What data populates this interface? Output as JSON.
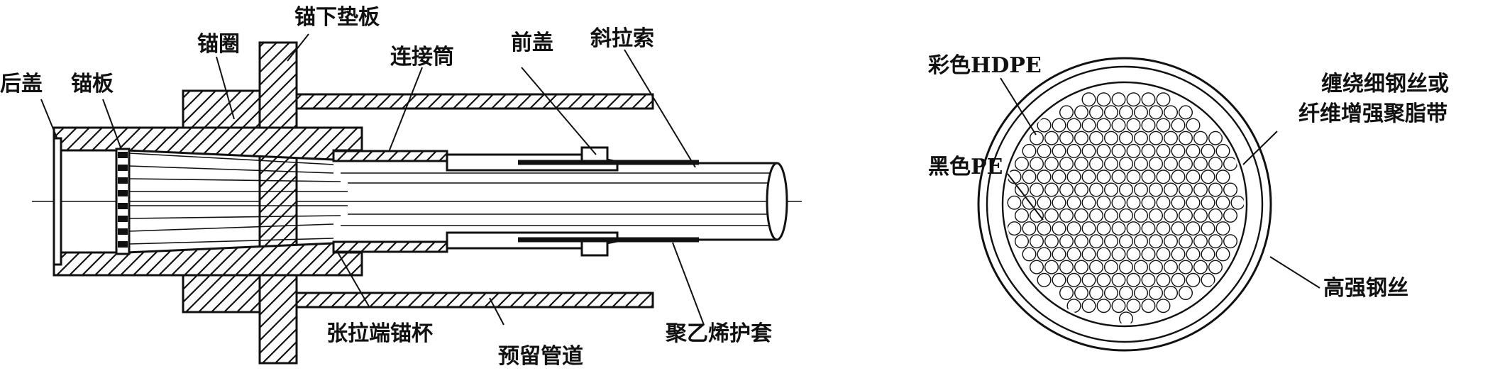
{
  "colors": {
    "ink": "#111111",
    "background": "#ffffff"
  },
  "anchorage": {
    "labels": {
      "rear_cap": "后盖",
      "anchor_plate": "锚板",
      "anchor_ring": "锚圈",
      "bearing_plate": "锚下垫板",
      "connecting_tube": "连接筒",
      "front_cap": "前盖",
      "stay_cable": "斜拉索",
      "tension_anchor_cup": "张拉端锚杯",
      "embedded_duct": "预留管道",
      "pe_sheath": "聚乙烯护套"
    }
  },
  "cross_section": {
    "labels": {
      "color_hdpe": "彩色HDPE",
      "black_pe": "黑色PE",
      "wrap_line1": "缠绕细钢丝或",
      "wrap_line2": "纤维增强聚脂带",
      "high_strength_wire": "高强钢丝"
    }
  }
}
